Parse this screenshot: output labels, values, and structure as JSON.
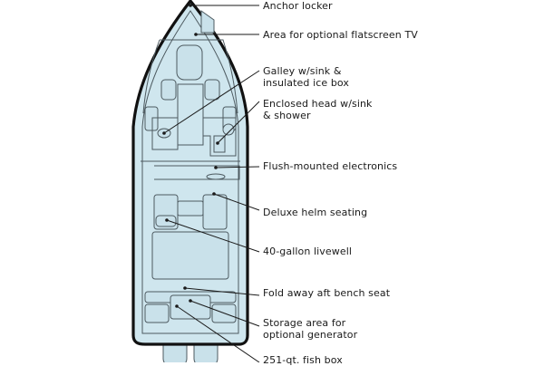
{
  "callouts": [
    {
      "id": "anchor-locker",
      "text": "Anchor locker"
    },
    {
      "id": "flatscreen-tv-area",
      "text": "Area for optional flatscreen TV"
    },
    {
      "id": "galley",
      "text": "Galley w/sink &\ninsulated ice box"
    },
    {
      "id": "enclosed-head",
      "text": "Enclosed head w/sink\n& shower"
    },
    {
      "id": "electronics",
      "text": "Flush-mounted electronics"
    },
    {
      "id": "helm-seating",
      "text": "Deluxe helm seating"
    },
    {
      "id": "livewell",
      "text": "40-gallon livewell"
    },
    {
      "id": "aft-bench",
      "text": "Fold away aft bench seat"
    },
    {
      "id": "generator-storage",
      "text": "Storage area for\noptional generator"
    },
    {
      "id": "fish-box",
      "text": "251-qt. fish box"
    }
  ]
}
